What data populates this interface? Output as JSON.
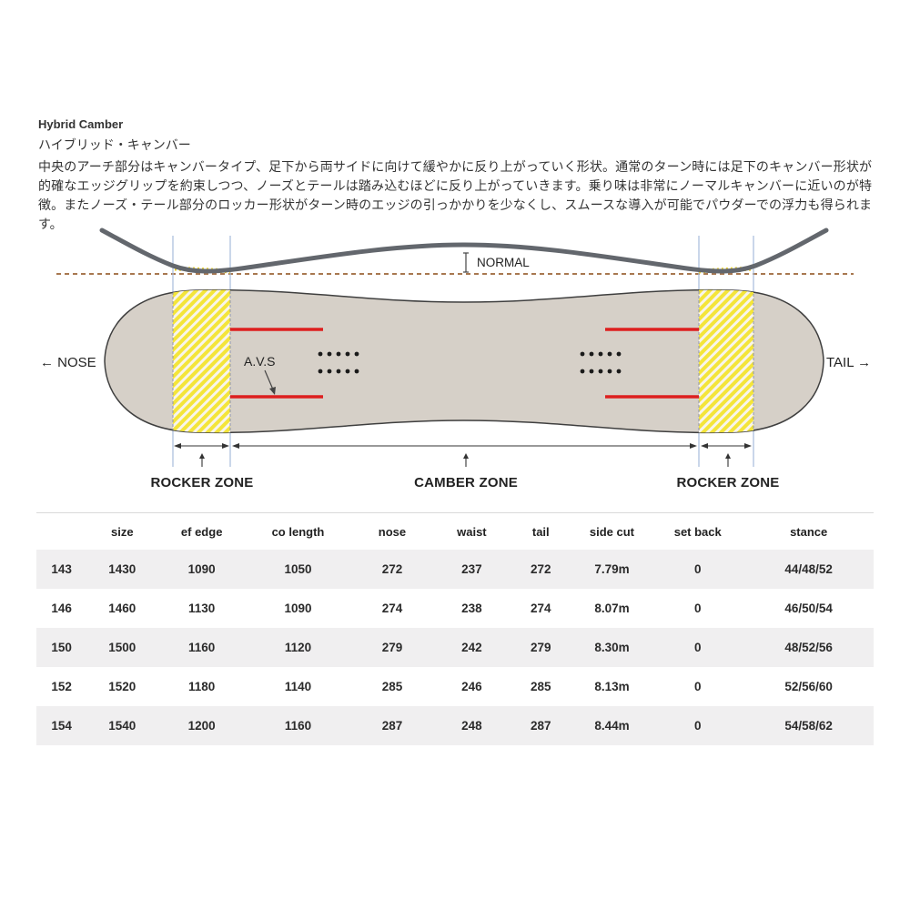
{
  "intro": {
    "title_en": "Hybrid Camber",
    "title_ja": "ハイブリッド・キャンバー",
    "description": "中央のアーチ部分はキャンバータイプ、足下から両サイドに向けて緩やかに反り上がっていく形状。通常のターン時には足下のキャンバー形状が的確なエッジグリップを約束しつつ、ノーズとテールは踏み込むほどに反り上がっていきます。乗り味は非常にノーマルキャンバーに近いのが特徴。またノーズ・テール部分のロッカー形状がターン時のエッジの引っかかりを少なくし、スムースな導入が可能でパウダーでの浮力も得られます。"
  },
  "diagram": {
    "labels": {
      "normal": "NORMAL",
      "nose": "← NOSE",
      "tail": "TAIL →",
      "avs": "A.V.S",
      "rocker_left": "ROCKER ZONE",
      "camber": "CAMBER ZONE",
      "rocker_right": "ROCKER ZONE"
    },
    "colors": {
      "profile_curve": "#63676d",
      "baseline_dash": "#a87850",
      "guide_line_blue": "#a6bcdc",
      "board_fill": "#d6d0c8",
      "board_outline": "#3f3f3f",
      "rocker_hatch_yellow": "#f4e53a",
      "avs_red_line": "#dd1f1f",
      "insert_dot": "#1a1a1a"
    }
  },
  "table": {
    "columns": [
      "",
      "size",
      "ef edge",
      "co length",
      "nose",
      "waist",
      "tail",
      "side cut",
      "set back",
      "stance"
    ],
    "rows": [
      [
        "143",
        "1430",
        "1090",
        "1050",
        "272",
        "237",
        "272",
        "7.79m",
        "0",
        "44/48/52"
      ],
      [
        "146",
        "1460",
        "1130",
        "1090",
        "274",
        "238",
        "274",
        "8.07m",
        "0",
        "46/50/54"
      ],
      [
        "150",
        "1500",
        "1160",
        "1120",
        "279",
        "242",
        "279",
        "8.30m",
        "0",
        "48/52/56"
      ],
      [
        "152",
        "1520",
        "1180",
        "1140",
        "285",
        "246",
        "285",
        "8.13m",
        "0",
        "52/56/60"
      ],
      [
        "154",
        "1540",
        "1200",
        "1160",
        "287",
        "248",
        "287",
        "8.44m",
        "0",
        "54/58/62"
      ]
    ],
    "stripe_color": "#f0eff0"
  }
}
